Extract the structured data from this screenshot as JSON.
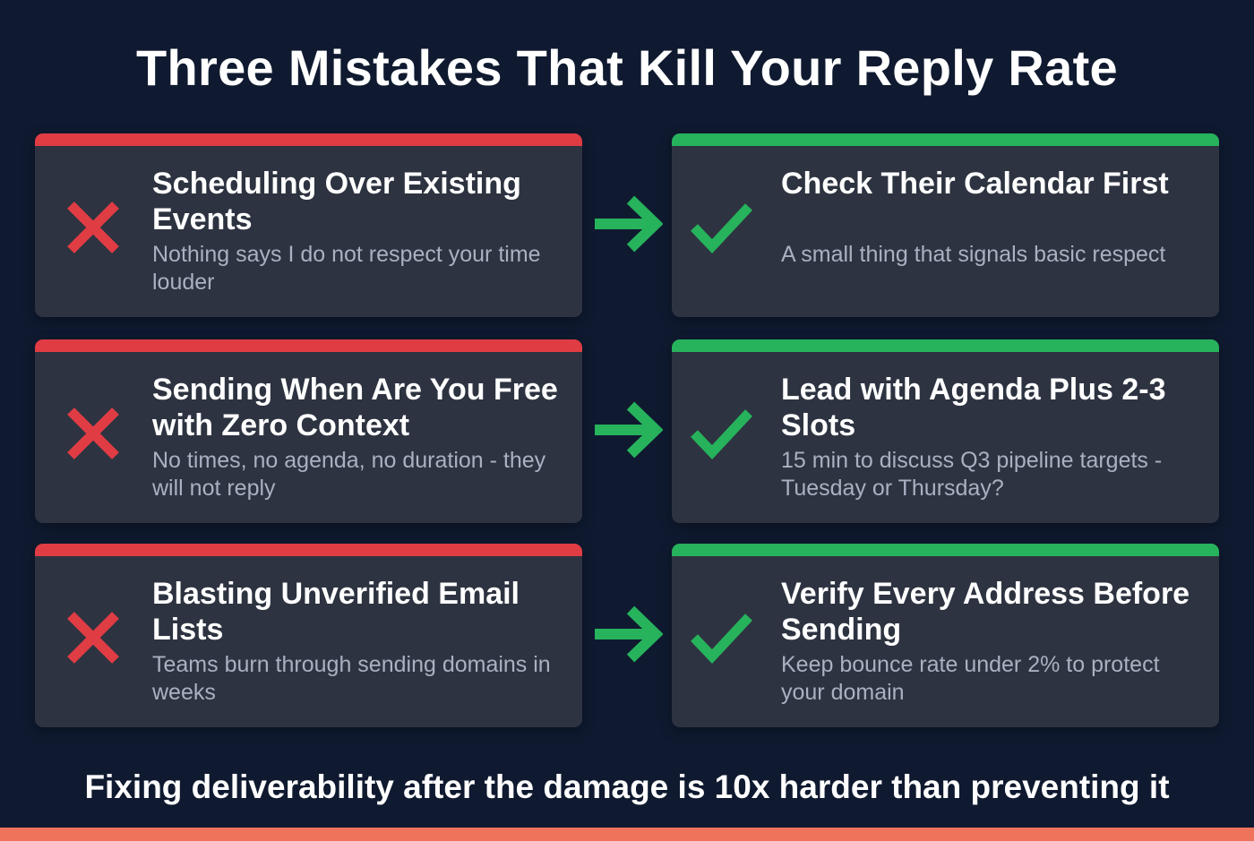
{
  "title": "Three Mistakes That Kill Your Reply Rate",
  "colors": {
    "background": "#0f1a30",
    "card": "#2d3340",
    "mistake_accent": "#e03c44",
    "fix_accent": "#27b25c",
    "footer_band": "#ef735b"
  },
  "rows": [
    {
      "mistake": {
        "icon": "x-icon",
        "heading": "Scheduling Over Existing Events",
        "description": "Nothing says I do not respect your time louder"
      },
      "arrow_icon": "arrow-right-icon",
      "fix": {
        "icon": "check-icon",
        "heading": "Check Their Calendar First",
        "description": "A small thing that signals basic respect"
      }
    },
    {
      "mistake": {
        "icon": "x-icon",
        "heading": "Sending When Are You Free with Zero Context",
        "description": "No times, no agenda, no duration - they will not reply"
      },
      "arrow_icon": "arrow-right-icon",
      "fix": {
        "icon": "check-icon",
        "heading": "Lead with Agenda Plus 2-3 Slots",
        "description": "15 min to discuss Q3 pipeline targets - Tuesday or Thursday?"
      }
    },
    {
      "mistake": {
        "icon": "x-icon",
        "heading": "Blasting Unverified Email Lists",
        "description": "Teams burn through sending domains in weeks"
      },
      "arrow_icon": "arrow-right-icon",
      "fix": {
        "icon": "check-icon",
        "heading": "Verify Every Address Before Sending",
        "description": "Keep bounce rate under 2% to protect your domain"
      }
    }
  ],
  "footer": "Fixing deliverability after the damage is 10x harder than preventing it"
}
